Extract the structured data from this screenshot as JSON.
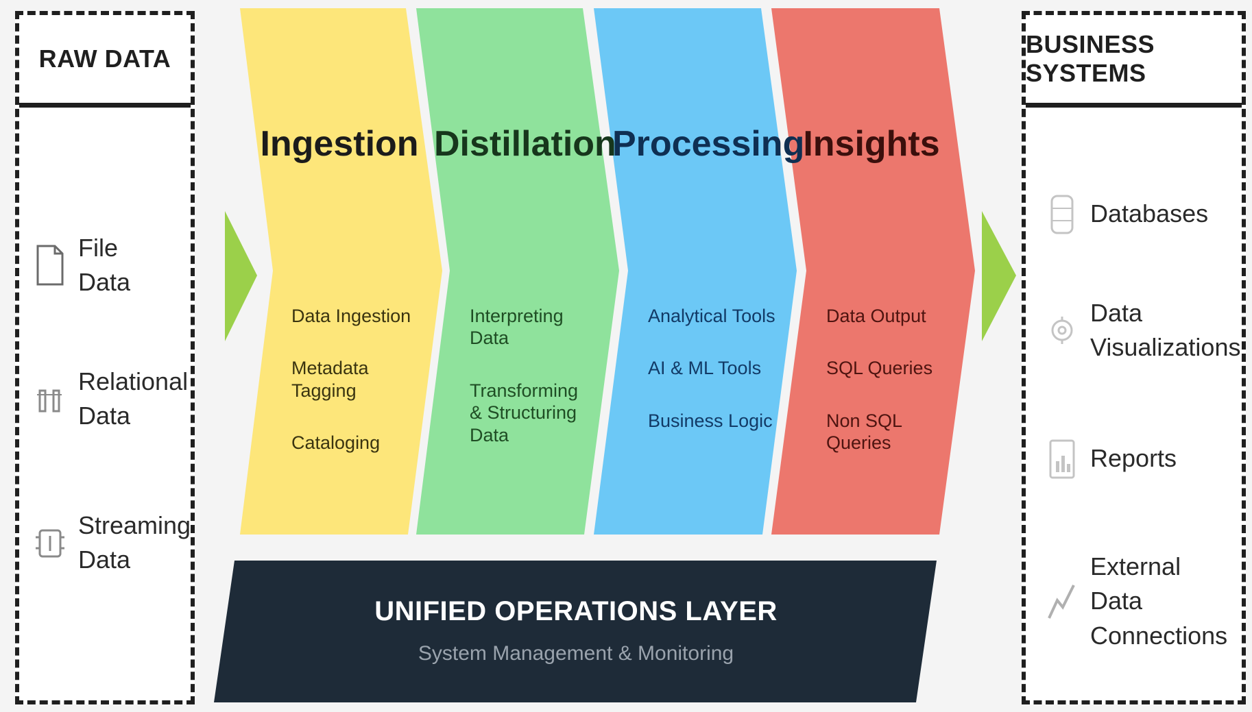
{
  "raw_data": {
    "title": "RAW DATA",
    "items": [
      {
        "label": "File Data",
        "icon": "file-icon"
      },
      {
        "label": "Relational Data",
        "icon": "relational-icon"
      },
      {
        "label": "Streaming Data",
        "icon": "streaming-icon"
      }
    ]
  },
  "stages": [
    {
      "title": "Ingestion",
      "fill": "#fde67a",
      "title_color": "#1b1b1b",
      "text_color": "#3a3410",
      "items": [
        "Data Ingestion",
        "Metadata Tagging",
        "Cataloging"
      ]
    },
    {
      "title": "Distillation",
      "fill": "#8fe29c",
      "title_color": "#17361c",
      "text_color": "#1f4d24",
      "items": [
        "Interpreting Data",
        "Transforming & Structuring Data"
      ]
    },
    {
      "title": "Processing",
      "fill": "#6cc8f6",
      "title_color": "#0f2f52",
      "text_color": "#123a66",
      "items": [
        "Analytical Tools",
        "AI & ML Tools",
        "Business Logic"
      ]
    },
    {
      "title": "Insights",
      "fill": "#ec776d",
      "title_color": "#3b0f0c",
      "text_color": "#4e1410",
      "items": [
        "Data Output",
        "SQL Queries",
        "Non SQL Queries"
      ]
    }
  ],
  "operations": {
    "title": "UNIFIED OPERATIONS LAYER",
    "subtitle": "System Management & Monitoring",
    "fill": "#1e2b38"
  },
  "business_systems": {
    "title": "BUSINESS SYSTEMS",
    "items": [
      {
        "label": "Databases",
        "icon": "database-icon"
      },
      {
        "label": "Data Visualizations",
        "icon": "visualization-icon"
      },
      {
        "label": "Reports",
        "icon": "report-icon"
      },
      {
        "label": "External Data Connections",
        "icon": "external-connection-icon"
      }
    ]
  },
  "arrow_color": "#9bd04a"
}
